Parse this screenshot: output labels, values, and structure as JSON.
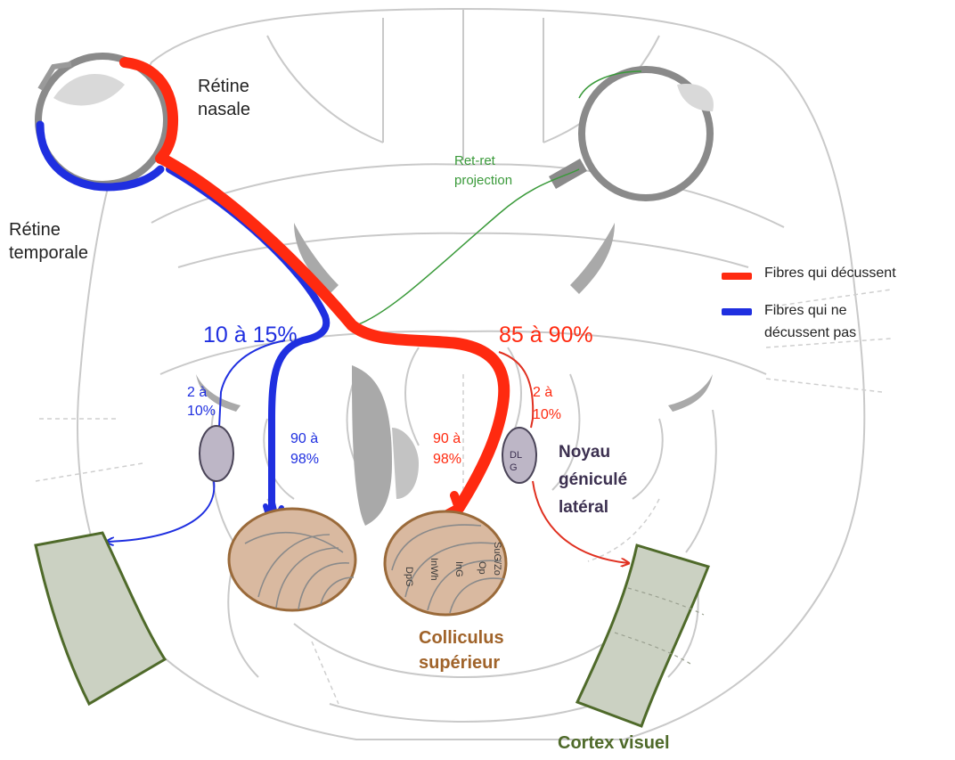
{
  "labels": {
    "retina_nasal_1": "Rétine",
    "retina_nasal_2": "nasale",
    "retina_temporal_1": "Rétine",
    "retina_temporal_2": "temporale",
    "ret_ret_1": "Ret-ret",
    "ret_ret_2": "projection",
    "pct_blue_total": "10 à 15%",
    "pct_red_total": "85 à 90%",
    "pct_blue_lgn_1": "2 à",
    "pct_blue_lgn_2": "10%",
    "pct_blue_sc_1": "90 à",
    "pct_blue_sc_2": "98%",
    "pct_red_sc_1": "90 à",
    "pct_red_sc_2": "98%",
    "pct_red_lgn_1": "2 à",
    "pct_red_lgn_2": "10%",
    "dlg_1": "DL",
    "dlg_2": "G",
    "lgn_1": "Noyau",
    "lgn_2": "géniculé",
    "lgn_3": "latéral",
    "sc_1": "Colliculus",
    "sc_2": "supérieur",
    "cortex": "Cortex visuel",
    "layer_sugzo": "SuG/Zo",
    "layer_op": "Op",
    "layer_ing": "InG",
    "layer_inwh": "InWh",
    "layer_dpg": "DpG"
  },
  "legend": {
    "red_label": "Fibres qui décussent",
    "blue_label_1": "Fibres qui ne",
    "blue_label_2": "décussent pas"
  },
  "colors": {
    "red": "#ff2a10",
    "blue": "#1f2fe0",
    "green": "#3a9a3a",
    "colliculus_fill": "#d9b9a0",
    "colliculus_stroke": "#9a6a3a",
    "cortex_fill": "#cbd1c2",
    "cortex_stroke": "#4f6a2a",
    "lgn_fill": "#bdb6c6",
    "lgn_text": "#3c3050"
  }
}
